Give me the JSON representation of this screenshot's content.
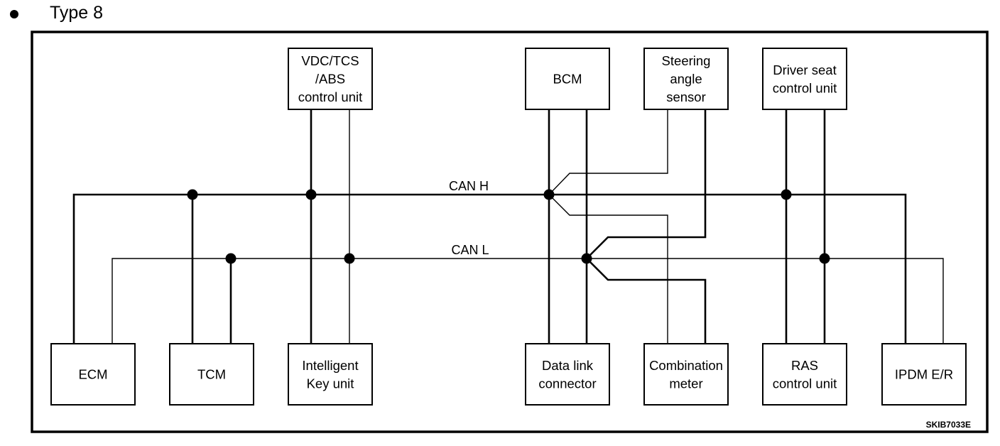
{
  "heading": {
    "bullet": "bullet-icon",
    "title": "Type 8"
  },
  "bus": {
    "can_h_label": "CAN H",
    "can_l_label": "CAN L"
  },
  "top_units": [
    {
      "id": "vdc",
      "lines": [
        "VDC/TCS",
        "/ABS",
        "control unit"
      ]
    },
    {
      "id": "bcm",
      "lines": [
        "BCM"
      ]
    },
    {
      "id": "steering",
      "lines": [
        "Steering",
        "angle",
        "sensor"
      ]
    },
    {
      "id": "driver-seat",
      "lines": [
        "Driver seat",
        "control unit"
      ]
    }
  ],
  "bottom_units": [
    {
      "id": "ecm",
      "lines": [
        "ECM"
      ]
    },
    {
      "id": "tcm",
      "lines": [
        "TCM"
      ]
    },
    {
      "id": "intelligent-key",
      "lines": [
        "Intelligent",
        "Key unit"
      ]
    },
    {
      "id": "data-link",
      "lines": [
        "Data link",
        "connector"
      ]
    },
    {
      "id": "combination-meter",
      "lines": [
        "Combination",
        "meter"
      ]
    },
    {
      "id": "ras",
      "lines": [
        "RAS",
        "control unit"
      ]
    },
    {
      "id": "ipdm",
      "lines": [
        "IPDM E/R"
      ]
    }
  ],
  "figure_code": "SKIB7033E"
}
